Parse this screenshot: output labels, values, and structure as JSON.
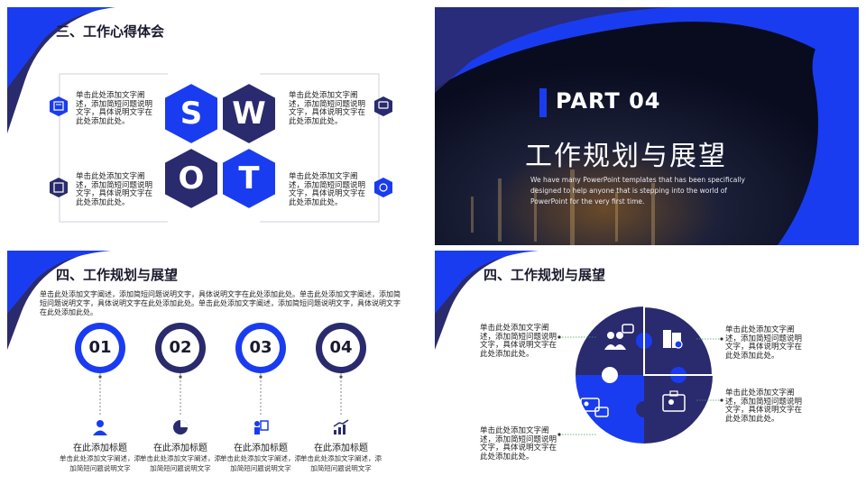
{
  "slide1": {
    "title": "三、工作心得体会",
    "swot": [
      "S",
      "W",
      "O",
      "T"
    ],
    "blocks": [
      "单击此处添加文字阐述，添加简短问题说明文字，具体说明文字在此处添加此处。",
      "单击此处添加文字阐述，添加简短问题说明文字，具体说明文字在此处添加此处。",
      "单击此处添加文字阐述，添加简短问题说明文字，具体说明文字在此处添加此处。",
      "单击此处添加文字阐述，添加简短问题说明文字，具体说明文字在此处添加此处。"
    ],
    "icons": [
      "document-icon",
      "chat-icon",
      "book-icon",
      "network-icon"
    ]
  },
  "slide2": {
    "part": "PART 04",
    "title": "工作规划与展望",
    "description": "We have many PowerPoint templates that has been specifically designed to help anyone that is stepping into the world of PowerPoint for the very first time."
  },
  "slide3": {
    "title": "四、工作规划与展望",
    "intro": "单击此处添加文字阐述，添加简短问题说明文字，具体说明文字在此处添加此处。单击此处添加文字阐述，添加简短问题说明文字，具体说明文字在此处添加此处。单击此处添加文字阐述，添加简短问题说明文字，具体说明文字在此处添加此处。",
    "items": [
      {
        "num": "01",
        "heading": "在此添加标题",
        "line1": "单击此处添加文字阐述，添",
        "line2": "加简短问题说明文字"
      },
      {
        "num": "02",
        "heading": "在此添加标题",
        "line1": "单击此处添加文字阐述，添",
        "line2": "加简短问题说明文字"
      },
      {
        "num": "03",
        "heading": "在此添加标题",
        "line1": "单击此处添加文字阐述，添",
        "line2": "加简短问题说明文字"
      },
      {
        "num": "04",
        "heading": "在此添加标题",
        "line1": "单击此处添加文字阐述，添",
        "line2": "加简短问题说明文字"
      }
    ]
  },
  "slide4": {
    "title": "四、工作规划与展望",
    "blocks": [
      "单击此处添加文字阐述，添加简短问题说明文字，具体说明文字在此处添加此处。",
      "单击此处添加文字阐述，添加简短问题说明文字，具体说明文字在此处添加此处。",
      "单击此处添加文字阐述，添加简短问题说明文字，具体说明文字在此处添加此处。",
      "单击此处添加文字阐述，添加简短问题说明文字，具体说明文字在此处添加此处。"
    ]
  },
  "colors": {
    "blue": "#1a3cf0",
    "navy": "#2a2a6e",
    "dark": "#0a0f2a"
  }
}
